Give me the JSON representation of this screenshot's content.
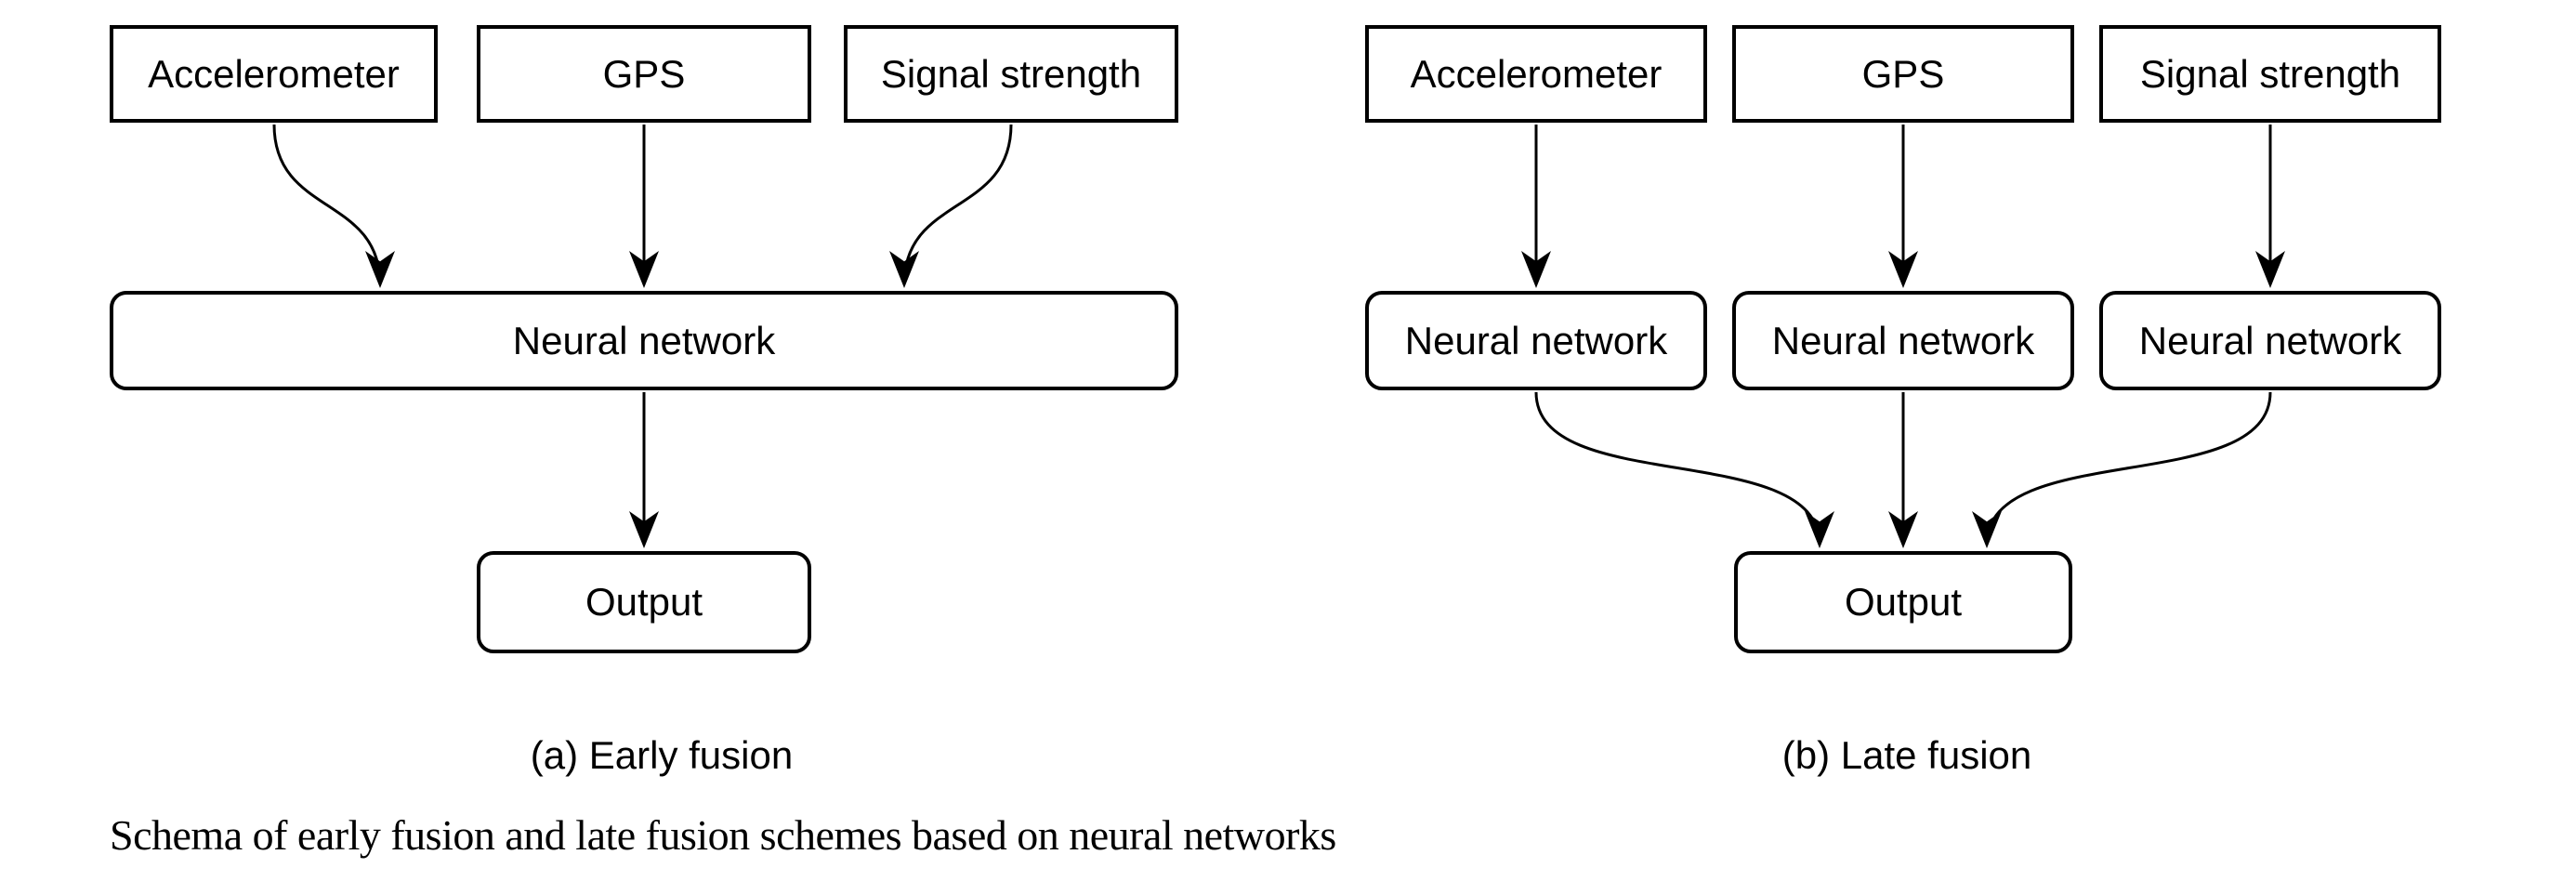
{
  "figure": {
    "caption": "Schema of early fusion and late fusion schemes based on neural networks",
    "colors": {
      "background": "#ffffff",
      "stroke": "#000000",
      "text": "#000000"
    },
    "panels": [
      {
        "label": "(a) Early fusion",
        "inputs": [
          "Accelerometer",
          "GPS",
          "Signal strength"
        ],
        "processors": [
          "Neural network"
        ],
        "output": "Output",
        "edges": [
          "Accelerometer -> Neural network",
          "GPS -> Neural network",
          "Signal strength -> Neural network",
          "Neural network -> Output"
        ]
      },
      {
        "label": "(b) Late fusion",
        "inputs": [
          "Accelerometer",
          "GPS",
          "Signal strength"
        ],
        "processors": [
          "Neural network",
          "Neural network",
          "Neural network"
        ],
        "output": "Output",
        "edges": [
          "Accelerometer -> Neural network 1",
          "GPS -> Neural network 2",
          "Signal strength -> Neural network 3",
          "Neural network 1 -> Output",
          "Neural network 2 -> Output",
          "Neural network 3 -> Output"
        ]
      }
    ]
  }
}
